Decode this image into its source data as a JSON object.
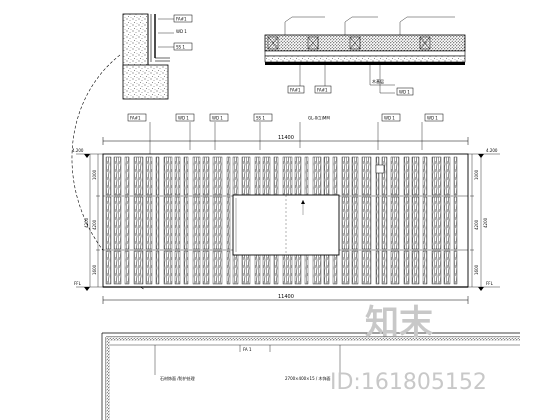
{
  "drawing": {
    "elevation_width": "11400",
    "bottom_width": "11400",
    "top_levels": [
      "4.200",
      "4.200"
    ],
    "floor_levels": [
      "FFL",
      "FFL"
    ],
    "left_dims": [
      "1000",
      "4200",
      "1600"
    ],
    "right_dims": [
      "1000",
      "4200",
      "1600"
    ],
    "left_total": "4200",
    "right_total": "4200",
    "elevation_tags": [
      "FA#1",
      "WD 1",
      "WD 1",
      "SS 1",
      "WD 1",
      "WD 1"
    ],
    "elevation_note": "GL-0(1)MM",
    "section_tags": [
      "FA#1",
      "FA#1"
    ],
    "section_note_tag": "WD 1",
    "section_side_note": "木基层",
    "detail_tags": [
      "FA#1",
      "WD 1",
      "SS 1"
    ],
    "bottom_note": "2700×400×15 / 木饰面",
    "bottom_dim_note": "FA 1",
    "bottom_left_note": "石材饰面 /防护处理"
  },
  "watermark": {
    "brand": "知末",
    "id_text": "ID:161805152"
  }
}
